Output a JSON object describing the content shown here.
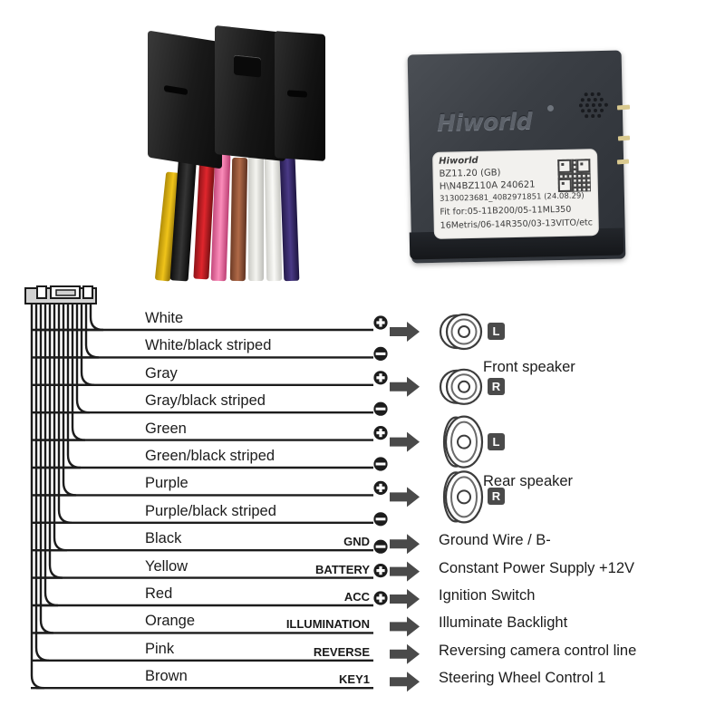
{
  "photos": {
    "harness": {
      "name": "wire-harness-connector-photo",
      "wire_colors": [
        "#e8bb10",
        "#1b1b1b",
        "#d22027",
        "#f36fa6",
        "#9b5a3c",
        "#e9e9e6",
        "#f2f2ef",
        "#3a2a66"
      ]
    },
    "module": {
      "name": "hiworld-interface-module-photo",
      "brand": "Hiworld",
      "label_lines": [
        "Hiworld",
        "BZ11.20  (GB)",
        "H\\N4BZ110A    240621",
        "3130023681_4082971851   (24.08.29)",
        "Fit for:05-11B200/05-11ML350",
        "16Metris/06-14R350/03-13VITO/etc"
      ]
    }
  },
  "diagram": {
    "connector_name": "harness-connector",
    "rows": [
      {
        "color": "White",
        "function": "",
        "polarity": "plus",
        "target": "front-speaker-left",
        "channel": "L",
        "desc": ""
      },
      {
        "color": "White/black striped",
        "function": "",
        "polarity": "minus",
        "target": "front-speaker-left",
        "channel": "",
        "desc": ""
      },
      {
        "color": "Gray",
        "function": "",
        "polarity": "plus",
        "target": "front-speaker-right",
        "channel": "R",
        "desc": ""
      },
      {
        "color": "Gray/black striped",
        "function": "",
        "polarity": "minus",
        "target": "front-speaker-right",
        "channel": "",
        "desc": ""
      },
      {
        "color": "Green",
        "function": "",
        "polarity": "plus",
        "target": "rear-speaker-left",
        "channel": "L",
        "desc": ""
      },
      {
        "color": "Green/black striped",
        "function": "",
        "polarity": "minus",
        "target": "rear-speaker-left",
        "channel": "",
        "desc": ""
      },
      {
        "color": "Purple",
        "function": "",
        "polarity": "plus",
        "target": "rear-speaker-right",
        "channel": "R",
        "desc": ""
      },
      {
        "color": "Purple/black striped",
        "function": "",
        "polarity": "minus",
        "target": "rear-speaker-right",
        "channel": "",
        "desc": ""
      },
      {
        "color": "Black",
        "function": "GND",
        "polarity": "minus",
        "target": "text",
        "channel": "",
        "desc": "Ground Wire / B-"
      },
      {
        "color": "Yellow",
        "function": "BATTERY",
        "polarity": "plus",
        "target": "text",
        "channel": "",
        "desc": "Constant Power Supply +12V"
      },
      {
        "color": "Red",
        "function": "ACC",
        "polarity": "plus",
        "target": "text",
        "channel": "",
        "desc": "Ignition Switch"
      },
      {
        "color": "Orange",
        "function": "ILLUMINATION",
        "polarity": "none",
        "target": "text",
        "channel": "",
        "desc": "Illuminate Backlight"
      },
      {
        "color": "Pink",
        "function": "REVERSE",
        "polarity": "none",
        "target": "text",
        "channel": "",
        "desc": "Reversing camera control line"
      },
      {
        "color": "Brown",
        "function": "KEY1",
        "polarity": "none",
        "target": "text",
        "channel": "",
        "desc": "Steering Wheel Control 1"
      }
    ],
    "speaker_groups": [
      {
        "label": "Front speaker",
        "shape": "round"
      },
      {
        "label": "Rear speaker",
        "shape": "oval"
      }
    ],
    "colors": {
      "line": "#1c1c1c",
      "arrow": "#4a4a4a",
      "badge": "#4a4a4a",
      "text": "#1c1c1c"
    }
  }
}
